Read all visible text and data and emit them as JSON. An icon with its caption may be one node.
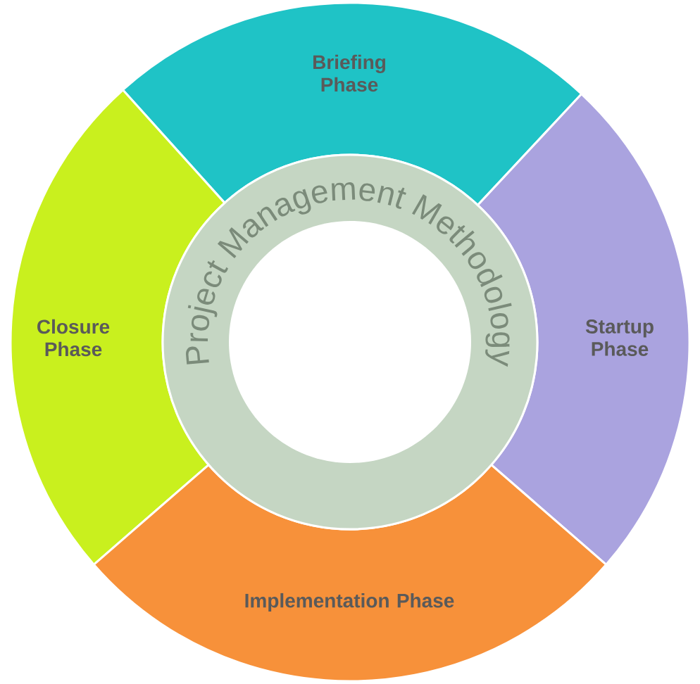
{
  "diagram": {
    "nodes": [
      {
        "text": [
          "Briefing Phase"
        ]
      },
      {
        "text": [
          "Closure Phase"
        ]
      },
      {
        "text": [
          "Project Management Methodology"
        ]
      },
      {
        "text": [
          "Startup Phase"
        ]
      },
      {
        "text": [
          "Implementation Phase"
        ]
      }
    ]
  }
}
